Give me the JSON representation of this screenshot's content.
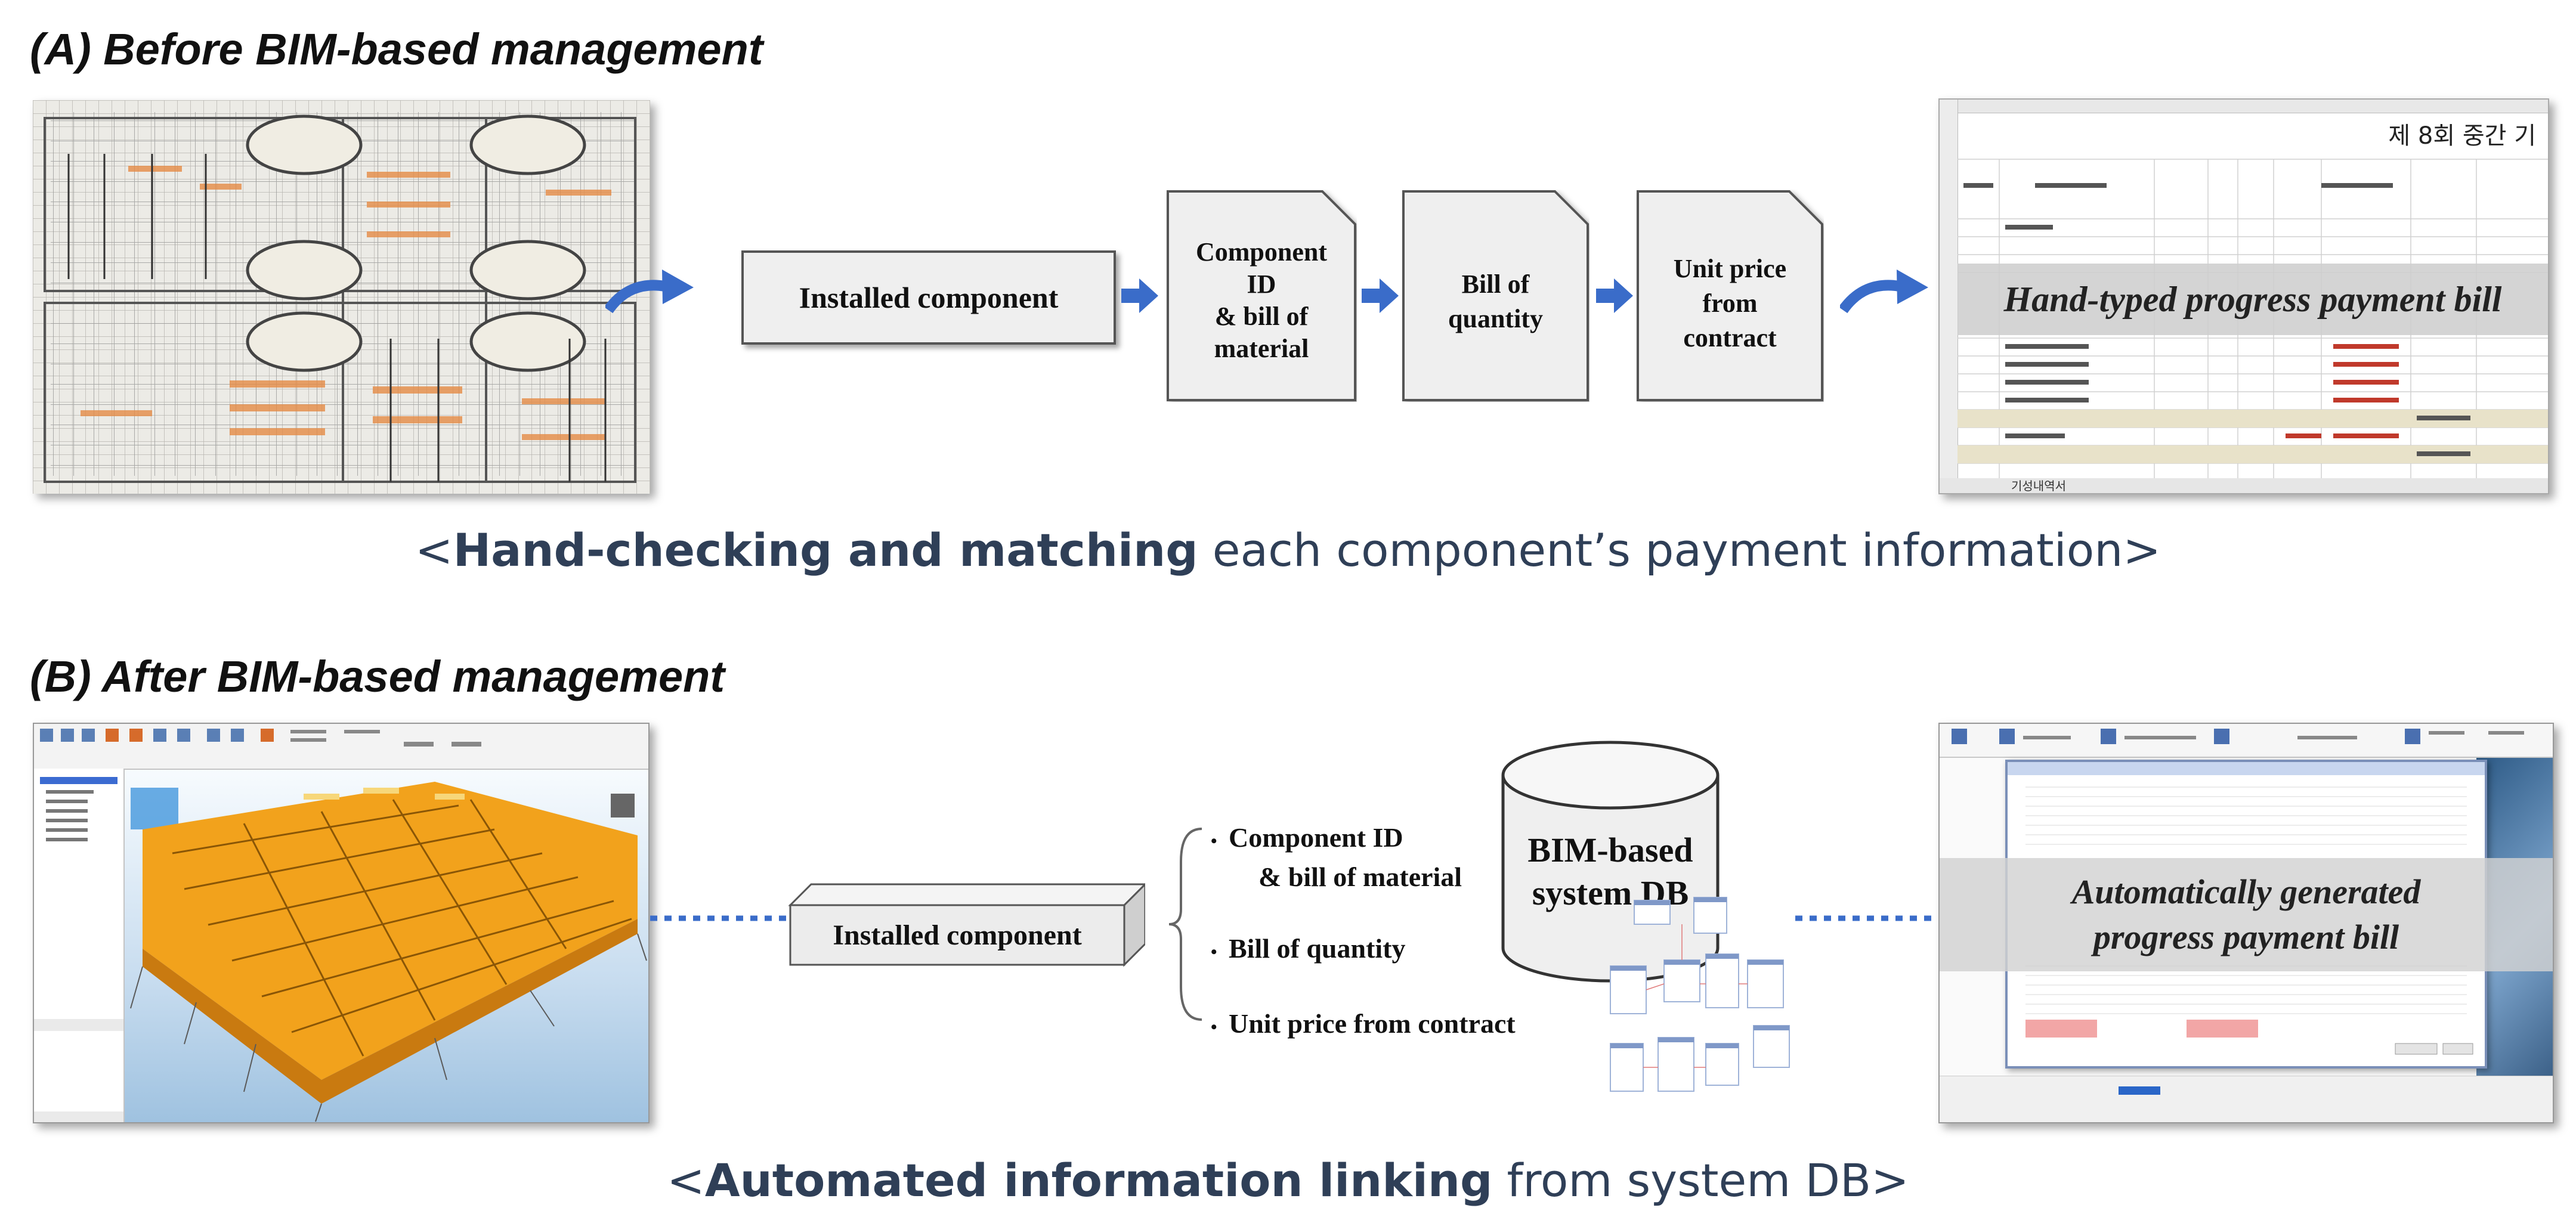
{
  "section_a": {
    "title": "(A) Before BIM-based management",
    "flow": {
      "installed": "Installed component",
      "component_id": [
        "Component",
        "ID",
        "& bill of",
        "material"
      ],
      "bill_qty": [
        "Bill of",
        "quantity"
      ],
      "unit_price": [
        "Unit price",
        "from",
        "contract"
      ]
    },
    "spreadsheet_overlay": "Hand-typed progress payment bill",
    "sheet_heading": "제 8회 중간 기",
    "sheet_tab": "기성내역서",
    "caption_bold": "Hand-checking and matching",
    "caption_rest": " each component’s payment information",
    "caption_open": "<",
    "caption_close": ">"
  },
  "section_b": {
    "title": "(B) After BIM-based management",
    "installed": "Installed component",
    "bullets": [
      "Component ID",
      "& bill of material",
      "Bill of quantity",
      "Unit price from contract"
    ],
    "db_label": [
      "BIM-based",
      "system DB"
    ],
    "overlay": [
      "Automatically generated",
      "progress payment bill"
    ],
    "caption_bold": "Automated information linking",
    "caption_rest": " from system DB",
    "caption_open": "<",
    "caption_close": ">"
  },
  "colors": {
    "arrow_blue": "#3a6cc9",
    "caption_text": "#2f3f57",
    "box_fill": "#efefef",
    "bim_orange": "#f2a21c"
  }
}
